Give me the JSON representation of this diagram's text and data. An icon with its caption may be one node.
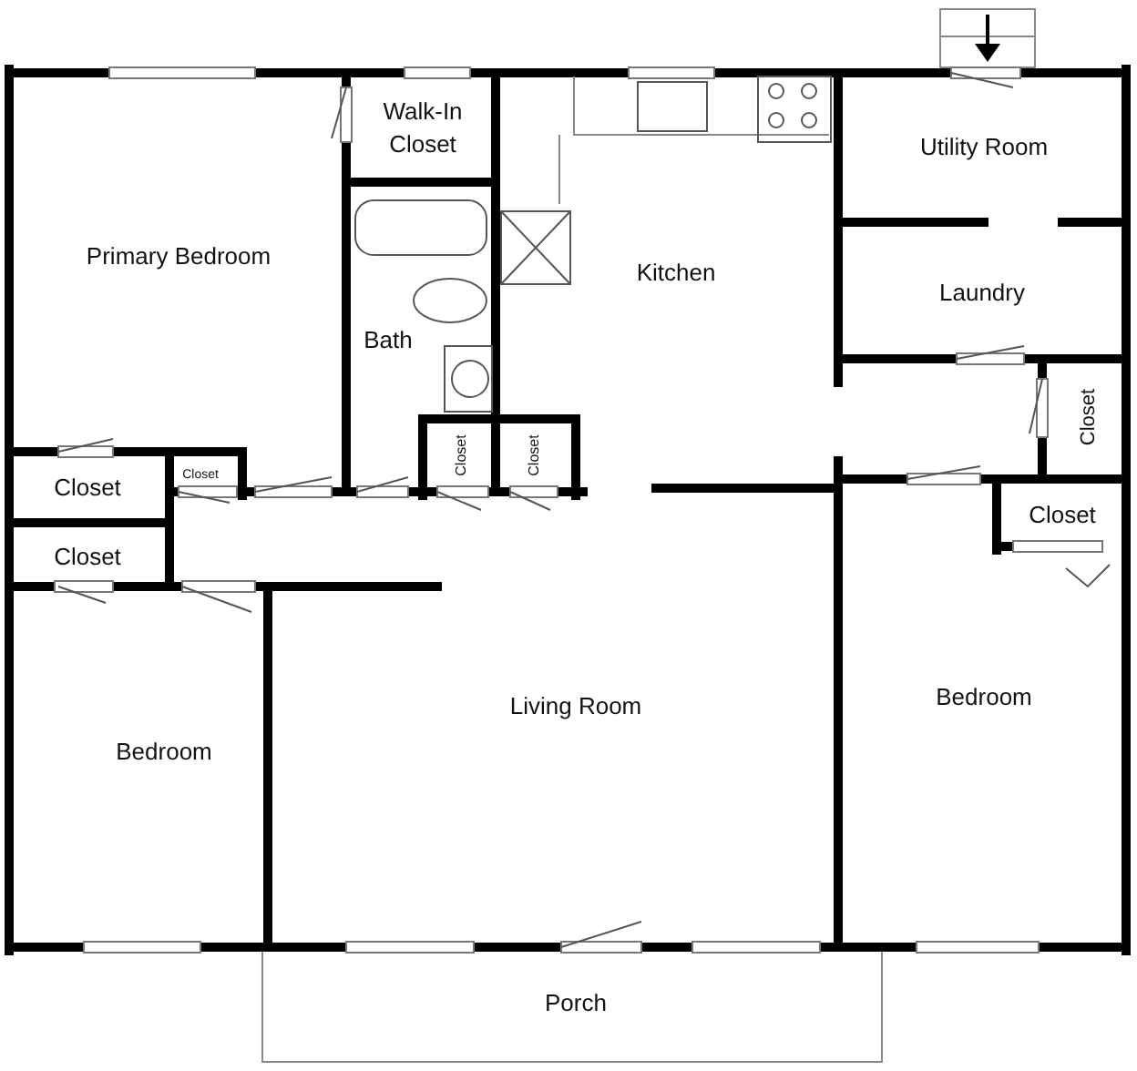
{
  "diagram": {
    "nodes": [
      {
        "text": [
          "Walk-In Closet"
        ]
      },
      {
        "text": [
          "Utility Room"
        ]
      },
      {
        "text": [
          "Primary Bedroom"
        ]
      },
      {
        "text": [
          "Kitchen"
        ]
      },
      {
        "text": [
          "Laundry"
        ]
      },
      {
        "text": [
          "Bath"
        ]
      },
      {
        "text": [
          "Closet"
        ]
      },
      {
        "text": [
          "Closet"
        ]
      },
      {
        "text": [
          "Closet"
        ]
      },
      {
        "text": [
          "Closet"
        ]
      },
      {
        "text": [
          "Closet"
        ]
      },
      {
        "text": [
          "Closet"
        ]
      },
      {
        "text": [
          "Closet"
        ]
      },
      {
        "text": [
          "Bedroom"
        ]
      },
      {
        "text": [
          "Living Room"
        ]
      },
      {
        "text": [
          "Bedroom"
        ]
      },
      {
        "text": [
          "Porch"
        ]
      }
    ]
  }
}
